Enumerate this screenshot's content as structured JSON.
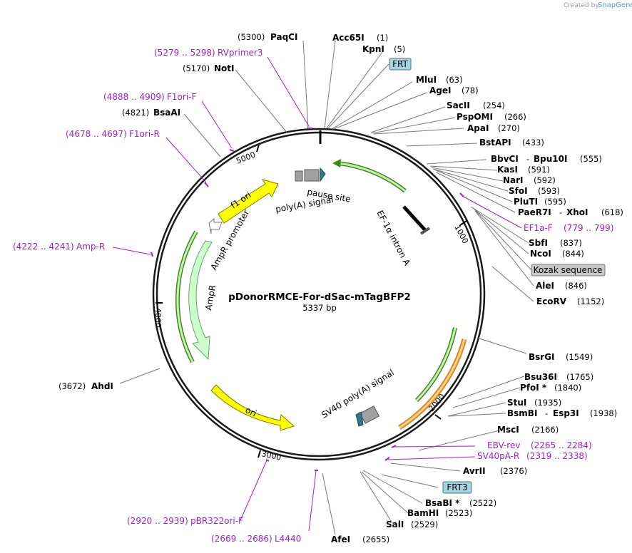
{
  "credit": {
    "prefix": "Created by",
    "brand": "SnapGene"
  },
  "plasmid": {
    "name": "pDonorRMCE-For-dSac-mTagBFP2",
    "size": "5337 bp"
  },
  "ticks": [
    "1000",
    "2000",
    "3000",
    "4000",
    "5000"
  ],
  "sites": {
    "paqci": {
      "name": "PaqCI",
      "pos": "(5300)"
    },
    "acc65i": {
      "name": "Acc65I",
      "pos": "(1)"
    },
    "kpni": {
      "name": "KpnI",
      "pos": "(5)"
    },
    "noti": {
      "name": "NotI",
      "pos": "(5170)"
    },
    "mlui": {
      "name": "MluI",
      "pos": "(63)"
    },
    "agei": {
      "name": "AgeI",
      "pos": "(78)"
    },
    "bsaai": {
      "name": "BsaAI",
      "pos": "(4821)"
    },
    "sacii": {
      "name": "SacII",
      "pos": "(254)"
    },
    "pspomi": {
      "name": "PspOMI",
      "pos": "(266)"
    },
    "apai": {
      "name": "ApaI",
      "pos": "(270)"
    },
    "bstapi": {
      "name": "BstAPI",
      "pos": "(433)"
    },
    "bbvci": {
      "name": "BbvCI",
      "name2": "Bpu10I",
      "pos": "(555)"
    },
    "kasi": {
      "name": "KasI",
      "pos": "(591)"
    },
    "nari": {
      "name": "NarI",
      "pos": "(592)"
    },
    "sfoi": {
      "name": "SfoI",
      "pos": "(593)"
    },
    "pluti": {
      "name": "PluTI",
      "pos": "(595)"
    },
    "paer7i": {
      "name": "PaeR7I",
      "name2": "XhoI",
      "pos": "(618)"
    },
    "sbfi": {
      "name": "SbfI",
      "pos": "(837)"
    },
    "ncoi": {
      "name": "NcoI",
      "pos": "(844)"
    },
    "alei": {
      "name": "AleI",
      "pos": "(846)"
    },
    "ecorv": {
      "name": "EcoRV",
      "pos": "(1152)"
    },
    "bsrgi": {
      "name": "BsrGI",
      "pos": "(1549)"
    },
    "bsu36i": {
      "name": "Bsu36I",
      "pos": "(1765)"
    },
    "pfoi": {
      "name": "PfoI *",
      "pos": "(1840)"
    },
    "stui": {
      "name": "StuI",
      "pos": "(1935)"
    },
    "bsmbi": {
      "name": "BsmBI",
      "name2": "Esp3I",
      "pos": "(1938)"
    },
    "msci": {
      "name": "MscI",
      "pos": "(2166)"
    },
    "avrii": {
      "name": "AvrII",
      "pos": "(2376)"
    },
    "bsabi": {
      "name": "BsaBI *",
      "pos": "(2522)"
    },
    "bamhi": {
      "name": "BamHI",
      "pos": "(2523)"
    },
    "sali": {
      "name": "SalI",
      "pos": "(2529)"
    },
    "afei": {
      "name": "AfeI",
      "pos": "(2655)"
    },
    "ahdi": {
      "name": "AhdI",
      "pos": "(3672)"
    }
  },
  "primers": {
    "rvprimer3": {
      "range": "(5279 .. 5298)",
      "name": "RVprimer3"
    },
    "f1ori_f": {
      "range": "(4888 .. 4909)",
      "name": "F1ori-F"
    },
    "f1ori_r": {
      "range": "(4678 .. 4697)",
      "name": "F1ori-R"
    },
    "amp_r": {
      "range": "(4222 .. 4241)",
      "name": "Amp-R"
    },
    "ef1a_f": {
      "name": "EF1a-F",
      "range": "(779 .. 799)"
    },
    "ebv_rev": {
      "name": "EBV-rev",
      "range": "(2265 .. 2284)"
    },
    "sv40pa_r": {
      "name": "SV40pA-R",
      "range": "(2319 .. 2338)"
    },
    "pbr322ori_f": {
      "range": "(2920 .. 2939)",
      "name": "pBR322ori-F"
    },
    "l4440": {
      "range": "(2669 .. 2686)",
      "name": "L4440"
    }
  },
  "boxes": {
    "frt": "FRT",
    "kozak": "Kozak sequence",
    "frt3": "FRT3"
  },
  "features": {
    "pause_site": "pause site",
    "polya_signal": "poly(A) signal",
    "ef1a_intron": "EF-1α intron A",
    "f1_ori": "f1 ori",
    "ampr_promoter": "AmpR promoter",
    "ampr": "AmpR",
    "ori": "ori",
    "sv40_polya": "SV40 poly(A) signal"
  },
  "colors": {
    "primer": "#a01fd0",
    "ori_yellow": "#ffff00",
    "ampr_green": "#ccffcc",
    "arc_green": "#5aa02c",
    "arc_orange": "#d98a1e",
    "box_frt": "#a6d4e0",
    "box_kozak": "#c8c8c8"
  }
}
